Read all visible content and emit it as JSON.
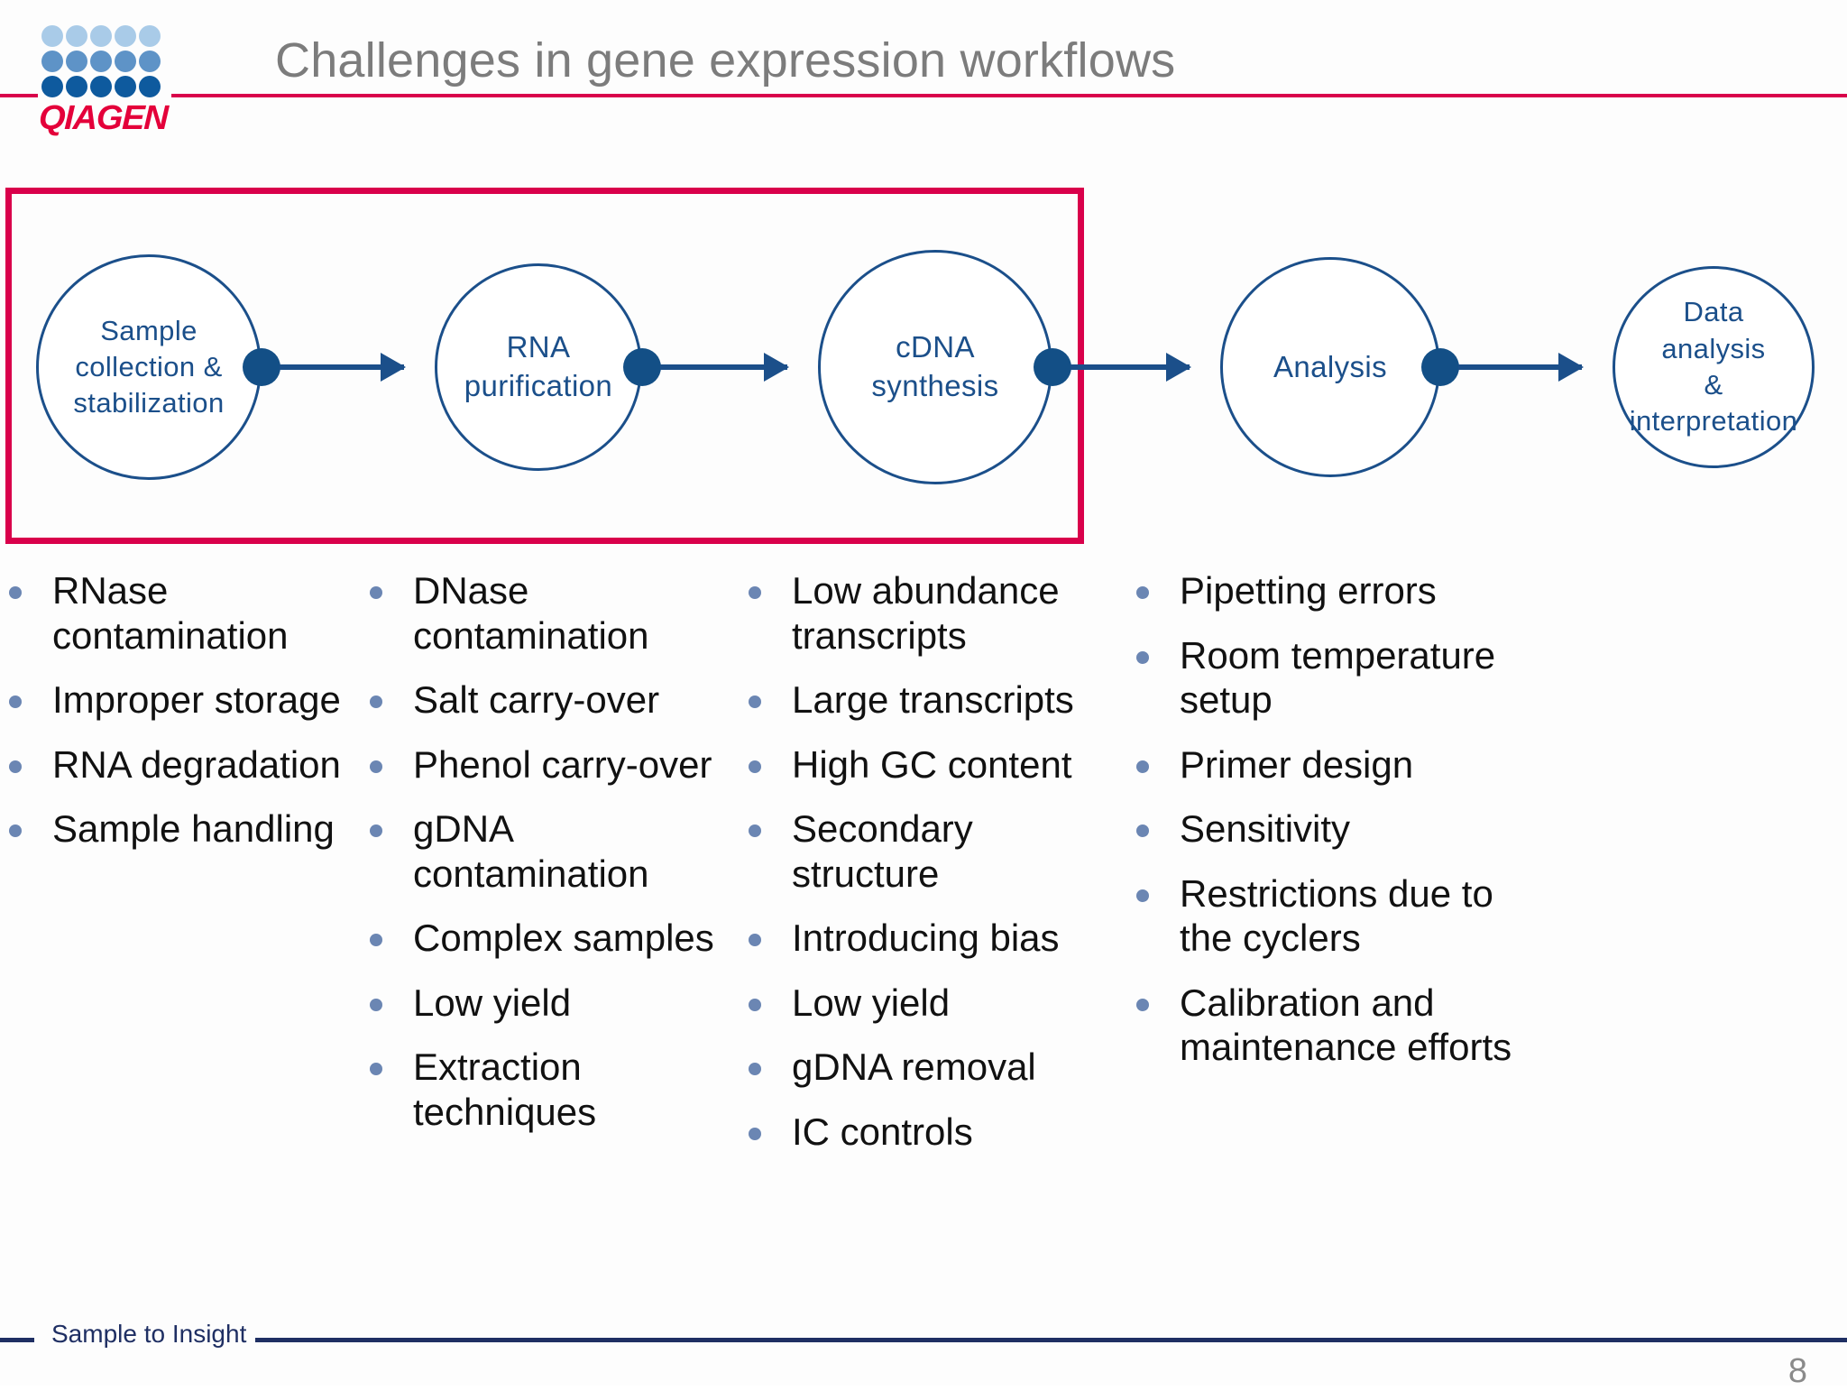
{
  "header": {
    "title": "Challenges in gene expression workflows",
    "logo": {
      "wordmark": "QIAGEN",
      "dot_rows": 3,
      "dot_cols": 5,
      "row_colors": [
        "#a9cbe8",
        "#5e93c7",
        "#0e5a9e"
      ],
      "wordmark_color": "#e4003a"
    },
    "rule_color": "#d9004b"
  },
  "workflow": {
    "highlight_box_color": "#d9004b",
    "node_color": "#1b4f8a",
    "connector_color": "#1b4f8a",
    "nodes": [
      {
        "id": "sample-collection-stabilization",
        "lines": [
          "Sample",
          "collection &",
          "stabilization"
        ]
      },
      {
        "id": "rna-purification",
        "lines": [
          "RNA",
          "purification"
        ]
      },
      {
        "id": "cdna-synthesis",
        "lines": [
          "cDNA",
          "synthesis"
        ]
      },
      {
        "id": "analysis",
        "lines": [
          "Analysis"
        ]
      },
      {
        "id": "data-analysis-interpretation",
        "lines": [
          "Data analysis",
          "&",
          "interpretation"
        ]
      }
    ]
  },
  "bullets": {
    "marker_color": "#6b86b3",
    "columns": [
      {
        "id": "sample-collection-challenges",
        "items": [
          "RNase contamination",
          "Improper storage",
          "RNA degradation",
          "Sample handling"
        ]
      },
      {
        "id": "rna-purification-challenges",
        "items": [
          "DNase contamination",
          "Salt carry-over",
          "Phenol carry-over",
          "gDNA contamination",
          "Complex samples",
          "Low yield",
          "Extraction techniques"
        ]
      },
      {
        "id": "cdna-synthesis-challenges",
        "items": [
          "Low abundance transcripts",
          "Large transcripts",
          "High GC content",
          "Secondary structure",
          "Introducing bias",
          "Low yield",
          "gDNA removal",
          "IC controls"
        ]
      },
      {
        "id": "analysis-challenges",
        "items": [
          "Pipetting errors",
          "Room temperature setup",
          "Primer design",
          "Sensitivity",
          "Restrictions due to the cyclers",
          "Calibration and maintenance efforts"
        ]
      }
    ]
  },
  "footer": {
    "tagline": "Sample to Insight",
    "page_number": "8",
    "rule_color": "#1f2f63"
  }
}
